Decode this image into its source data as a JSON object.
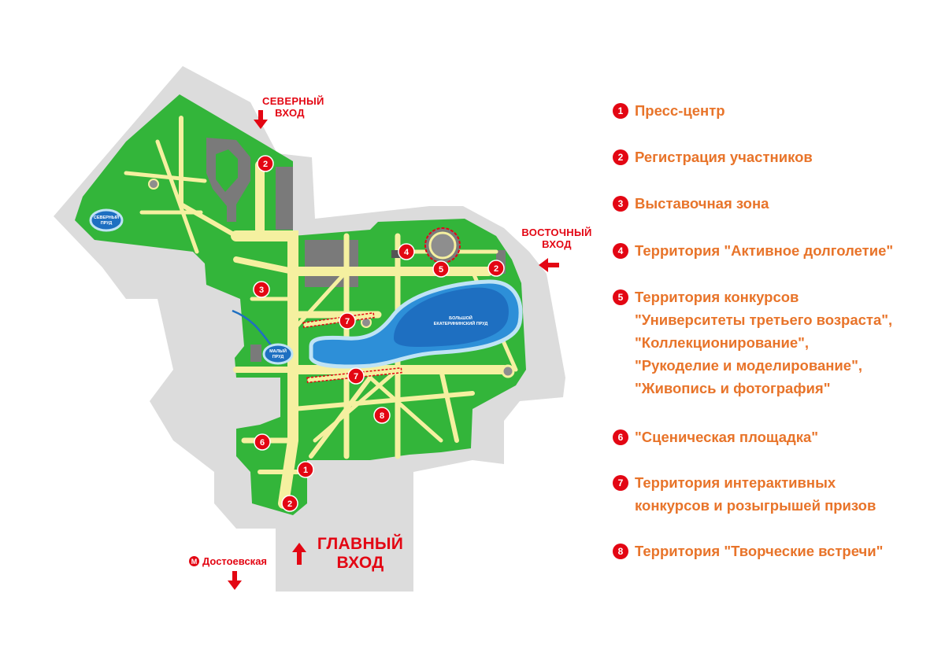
{
  "entrances": {
    "north": [
      "СЕВЕРНЫЙ",
      "ВХОД"
    ],
    "east": [
      "ВОСТОЧНЫЙ",
      "ВХОД"
    ],
    "main": [
      "ГЛАВНЫЙ",
      "ВХОД"
    ]
  },
  "metro": {
    "icon": "М",
    "label": "Достоевская"
  },
  "ponds": {
    "north": [
      "СЕВЕРНЫЙ",
      "ПРУД"
    ],
    "small": [
      "МАЛЫЙ",
      "ПРУД"
    ],
    "big": [
      "БОЛЬШОЙ",
      "ЕКАТЕРИНИНСКИЙ ПРУД"
    ]
  },
  "markers": [
    "2",
    "3",
    "4",
    "5",
    "2",
    "7",
    "7",
    "8",
    "6",
    "1",
    "2"
  ],
  "legend": [
    {
      "num": "1",
      "lines": [
        "Пресс-центр"
      ]
    },
    {
      "num": "2",
      "lines": [
        "Регистрация участников"
      ]
    },
    {
      "num": "3",
      "lines": [
        "Выставочная зона"
      ]
    },
    {
      "num": "4",
      "lines": [
        "Территория \"Активное долголетие\""
      ]
    },
    {
      "num": "5",
      "lines": [
        "Территория конкурсов",
        "\"Университеты третьего возраста\",",
        "\"Коллекционирование\",",
        "\"Рукоделие и моделирование\",",
        "\"Живопись и фотография\""
      ]
    },
    {
      "num": "6",
      "lines": [
        "\"Сценическая площадка\""
      ]
    },
    {
      "num": "7",
      "lines": [
        "Территория интерактивных",
        "конкурсов и розыгрышей призов"
      ]
    },
    {
      "num": "8",
      "lines": [
        "Территория \"Творческие встречи\""
      ]
    }
  ],
  "colors": {
    "park": "#33b53a",
    "path": "#f5f0a0",
    "surround": "#dcdcdc",
    "building": "#7a7a7a",
    "water": "#1e6fc1",
    "accent": "#e30613",
    "legend_text": "#e8742a"
  }
}
